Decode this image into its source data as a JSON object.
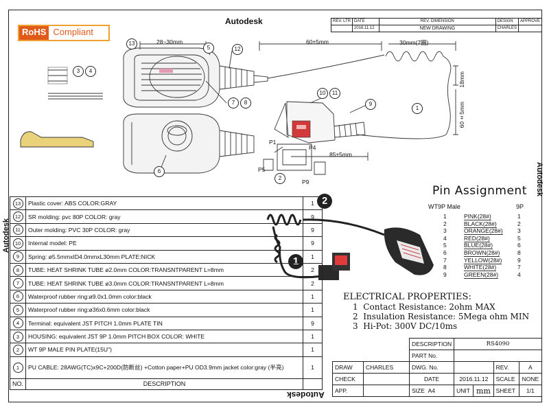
{
  "header": {
    "rohs_a": "RoHS",
    "rohs_b": "Compliant",
    "brand_top": "Autodesk",
    "brand_right": "Autodesk",
    "brand_left": "Autodesk",
    "brand_bottom": "Autodesk"
  },
  "revision": {
    "h_rev_ltr": "REV. LTR",
    "h_date": "DATE",
    "h_rev_dim": "REV. DIMENSION",
    "h_design": "DESIGN",
    "h_approve": "APPROVE",
    "v_date": "2016.11.12",
    "v_dim": "NEW DRAWING",
    "v_design": "CHARLES"
  },
  "dimensions": {
    "d1": "28~30mm",
    "d2": "60±5mm",
    "d3": "30mm(7圈)",
    "d4": "18mm",
    "d5": "60±5mm",
    "d6": "85±5mm"
  },
  "connector_labels": {
    "p1": "P1",
    "p4": "P4",
    "p5": "P5",
    "p9": "P9",
    "two": "2"
  },
  "callouts": [
    "13",
    "5",
    "12",
    "3",
    "4",
    "7",
    "8",
    "6",
    "10",
    "11",
    "9",
    "1",
    "2"
  ],
  "pin_assignment": {
    "title": "Pin Assignment",
    "left_label": "WT9P Male",
    "right_label": "9P",
    "pins": [
      {
        "n": "1",
        "color": "PINK(28#)",
        "m": "1"
      },
      {
        "n": "2",
        "color": "BLACK(28#)",
        "m": "2"
      },
      {
        "n": "3",
        "color": "ORANGE(28#)",
        "m": "3"
      },
      {
        "n": "4",
        "color": "RED(28#)",
        "m": "5"
      },
      {
        "n": "5",
        "color": "BLUE(28#)",
        "m": "6"
      },
      {
        "n": "6",
        "color": "BROWN(28#)",
        "m": "8"
      },
      {
        "n": "7",
        "color": "YELLOW(28#)",
        "m": "9"
      },
      {
        "n": "8",
        "color": "WHITE(28#)",
        "m": "7"
      },
      {
        "n": "9",
        "color": "GREEN(28#)",
        "m": "4"
      }
    ]
  },
  "electrical": {
    "title": "ELECTRICAL PROPERTIES:",
    "items": [
      {
        "n": "1",
        "text": "Contact Resistance: 2ohm MAX"
      },
      {
        "n": "2",
        "text": "Insulation Resistance: 5Mega ohm  MIN"
      },
      {
        "n": "3",
        "text": "Hi-Pot: 300V DC/10ms"
      }
    ]
  },
  "photo_badges": {
    "b1": "1",
    "b2": "2"
  },
  "parts": [
    {
      "no": "13",
      "desc": "Plastic cover: ABS COLOR:GRAY",
      "qty": "1"
    },
    {
      "no": "12",
      "desc": "SR molding: pvc 80P COLOR: gray",
      "qty": "9"
    },
    {
      "no": "11",
      "desc": "Outer molding: PVC 30P COLOR: gray",
      "qty": "9"
    },
    {
      "no": "10",
      "desc": "Internal model: PE",
      "qty": "9"
    },
    {
      "no": "9",
      "desc": "Spring: ø5.5mmxID4.0mmxL30mm PLATE:NICK",
      "qty": "1"
    },
    {
      "no": "8",
      "desc": "TUBE: HEAT SHRINK TUBE ø2.0mm COLOR:TRANSNTPARENT L=8mm",
      "qty": "2"
    },
    {
      "no": "7",
      "desc": "TUBE: HEAT SHRINK TUBE ø3.0mm COLOR:TRANSNTPARENT L=8mm",
      "qty": "2"
    },
    {
      "no": "6",
      "desc": "Waterproof rubber ring:ø9.0x1.0mm color:black",
      "qty": "1"
    },
    {
      "no": "5",
      "desc": "Waterproof rubber ring:ø36x0.6mm color:black",
      "qty": "1"
    },
    {
      "no": "4",
      "desc": "Terminal: equivalent JST PITCH 1.0mm PLATE TIN",
      "qty": "9"
    },
    {
      "no": "3",
      "desc": "HOUSING: equivalent JST 9P 1.0mm PITCH BOX COLOR: WHITE",
      "qty": "1"
    },
    {
      "no": "2",
      "desc": "WT 9P MALE PIN PLATE(15U\")",
      "qty": "1"
    },
    {
      "no": "1",
      "desc": "PU CABLE: 28AWG(TC)x9C+200D(防断丝) +Cotton paper+PU OD3.9mm jacket color:gray (半亮)",
      "qty": "1"
    }
  ],
  "parts_header": {
    "no": "NO.",
    "desc": "DESCRIPTION"
  },
  "title_block": {
    "description_label": "DESCRIPTION",
    "description_value": "RS4090",
    "part_no_label": "PART No.",
    "part_no_value": "",
    "draw_label": "DRAW",
    "draw_value": "CHARLES",
    "dwg_no_label": "DWG. No.",
    "dwg_no_value": "",
    "rev_label": "REV.",
    "rev_value": "A",
    "check_label": "CHECK",
    "check_value": "",
    "date_label": "DATE",
    "date_value": "2016.11.12",
    "scale_label": "SCALE",
    "scale_value": "NONE",
    "appr_label": "APP.",
    "appr_value": "",
    "size_label": "SIZE",
    "size_value": "A4",
    "unit_label": "UNIT",
    "unit_value": "mm",
    "sheet_label": "SHEET",
    "sheet_value": "1/1"
  }
}
